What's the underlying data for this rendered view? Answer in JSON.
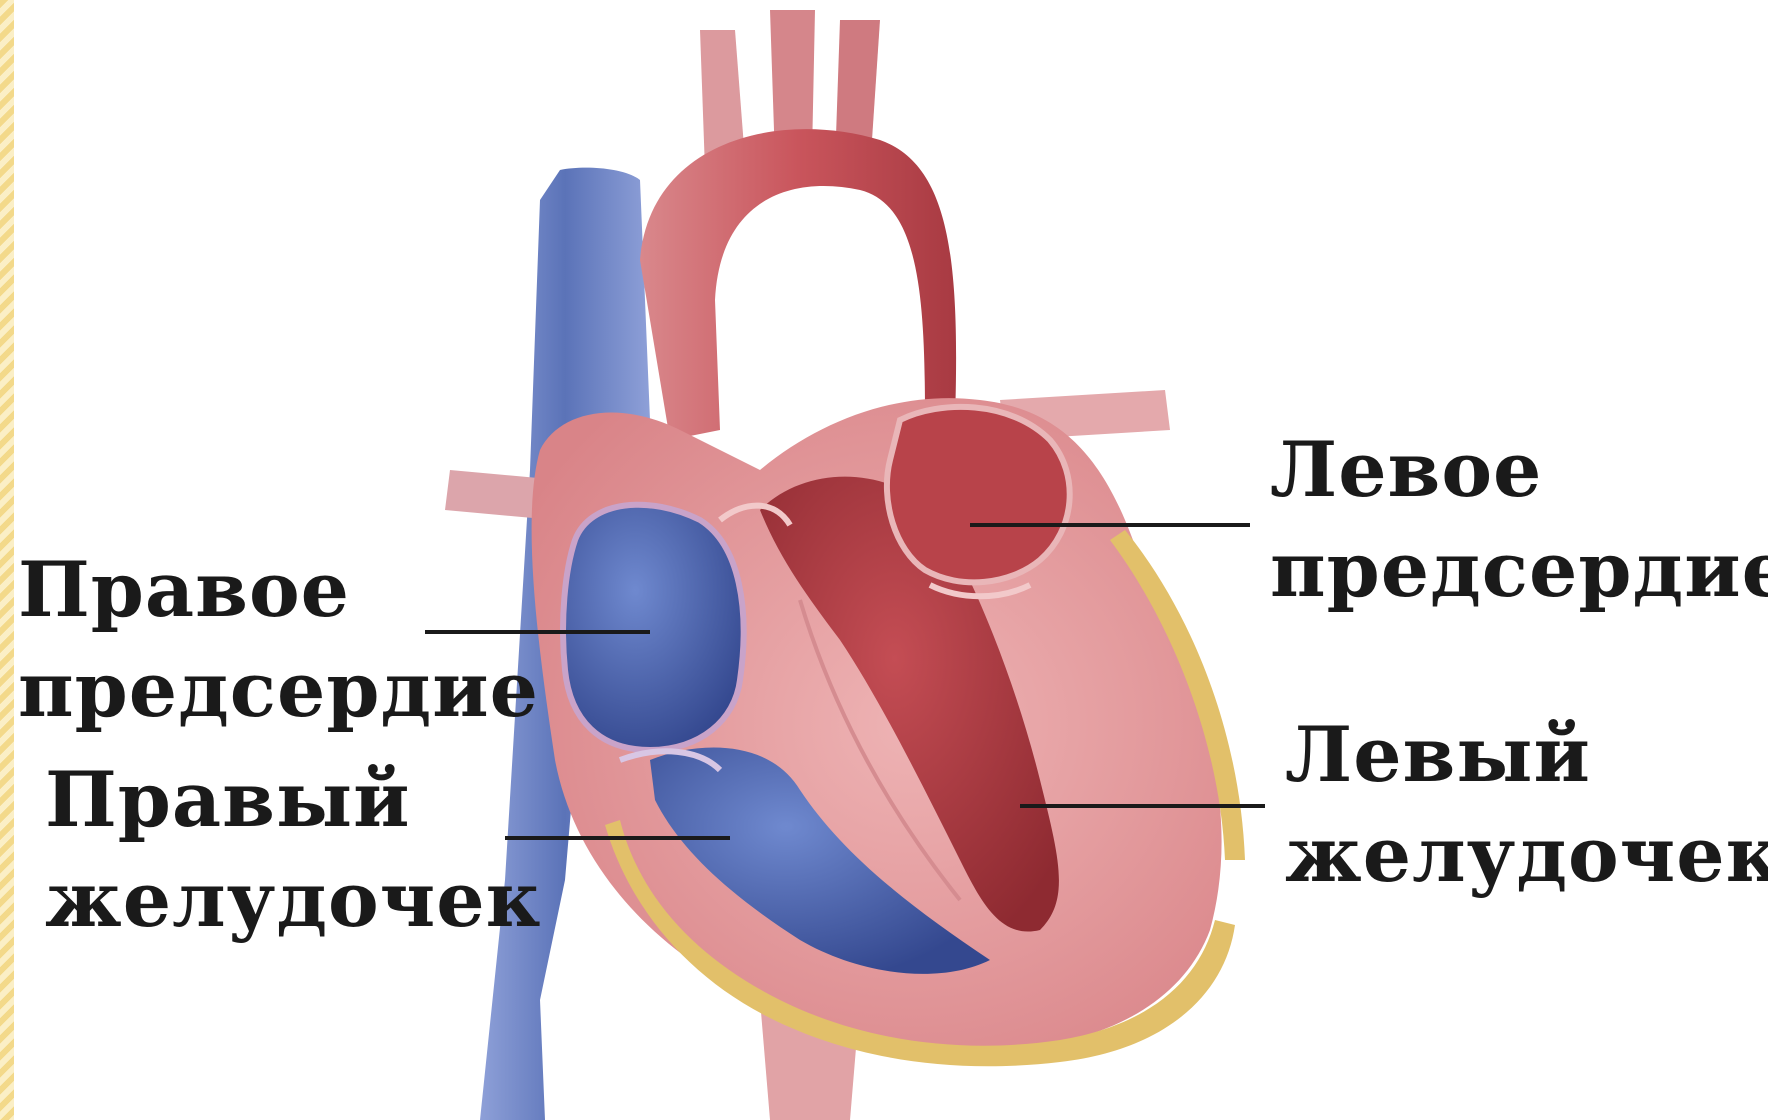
{
  "labels": {
    "right_atrium": {
      "line1": "Правое",
      "line2": "предсердие"
    },
    "right_ventricle": {
      "line1": "Правый",
      "line2": "желудочек"
    },
    "left_atrium": {
      "line1": "Левое",
      "line2": "предсердие"
    },
    "left_ventricle": {
      "line1": "Левый",
      "line2": "желудочек"
    }
  },
  "colors": {
    "oxygenated_blood": "#b8434a",
    "deoxygenated_blood": "#4a63a8",
    "heart_wall": "#e8a1a3",
    "fat_layer": "#e2c06a",
    "leader_line": "#1a1a1a"
  }
}
